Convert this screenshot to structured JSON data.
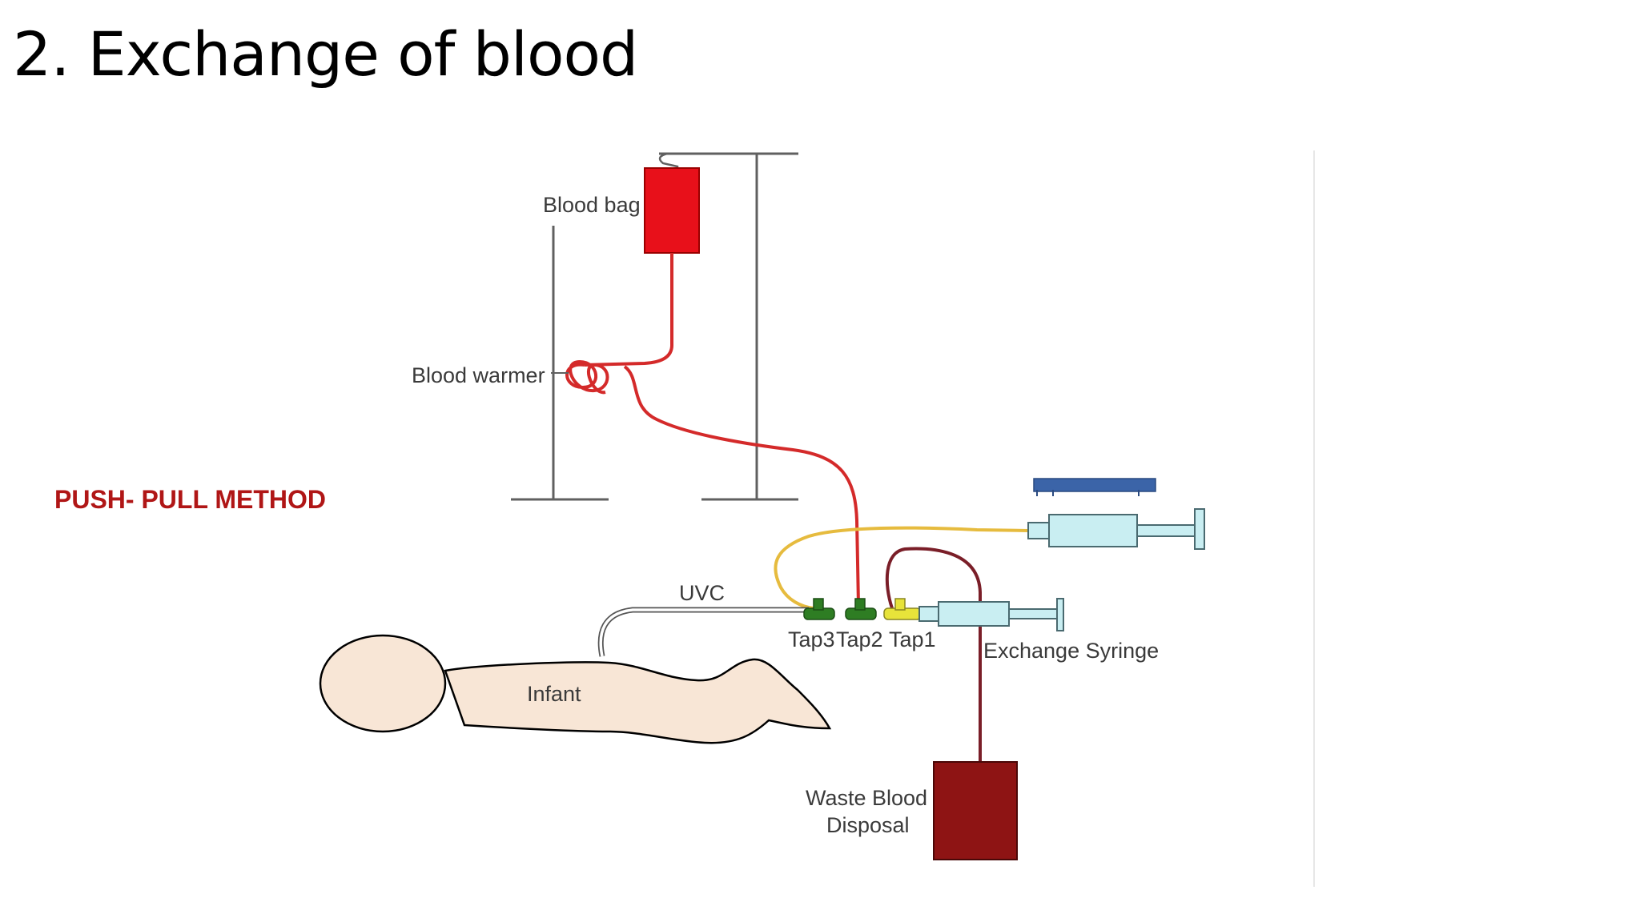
{
  "slide": {
    "title": "2. Exchange of blood",
    "method": "PUSH- PULL METHOD"
  },
  "diagram": {
    "labels": {
      "blood_bag": "Blood bag",
      "blood_warmer": "Blood warmer",
      "uvc": "UVC",
      "tap3": "Tap3",
      "tap2": "Tap2",
      "tap1": "Tap1",
      "exchange_syringe": "Exchange Syringe",
      "infant": "Infant",
      "waste_line1": "Waste Blood",
      "waste_line2": "Disposal"
    },
    "colors": {
      "blood": "#e8101a",
      "blood_line": "#d42a2a",
      "waste_bag": "#8e1414",
      "waste_line": "#7a1e28",
      "albumin_line": "#e6bb3e",
      "syringe": "#c9eef2",
      "tap_green": "#2e7d23",
      "tap_yellow": "#e7e33a",
      "infant_fill": "#f8e6d6",
      "stand": "#606060",
      "albumin_cap": "#3b64a8"
    }
  }
}
